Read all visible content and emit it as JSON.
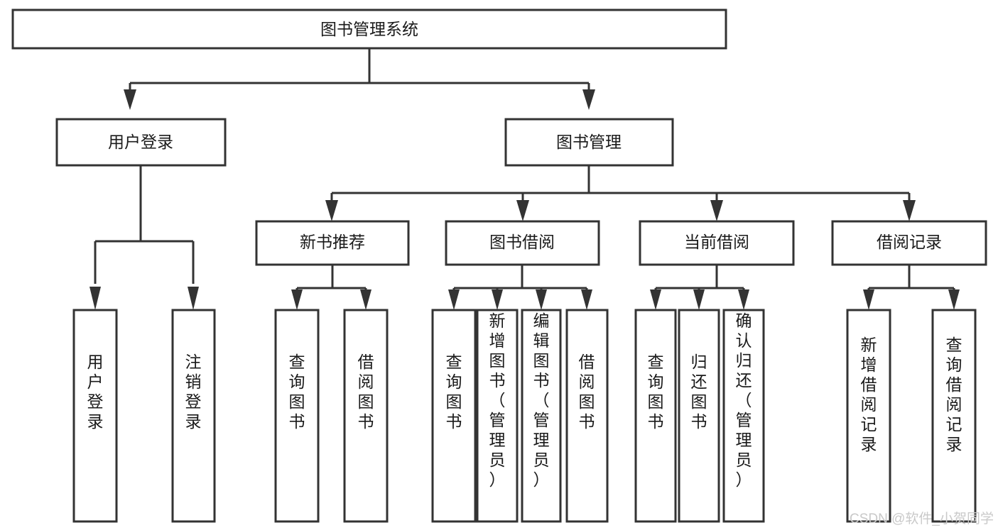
{
  "diagram": {
    "title": "图书管理系统",
    "type": "tree-hierarchy",
    "colors": {
      "stroke": "#333333",
      "fill": "#ffffff",
      "text": "#1a1a1a",
      "watermark": "#c9c9c9",
      "background": "#ffffff"
    },
    "root": {
      "label": "图书管理系统"
    },
    "level2": [
      {
        "label": "用户登录"
      },
      {
        "label": "图书管理"
      }
    ],
    "level3": [
      {
        "label": "新书推荐"
      },
      {
        "label": "图书借阅"
      },
      {
        "label": "当前借阅"
      },
      {
        "label": "借阅记录"
      }
    ],
    "leaves": {
      "user_login": [
        {
          "label": "用户登录"
        },
        {
          "label": "注销登录"
        }
      ],
      "new_book": [
        {
          "label": "查询图书"
        },
        {
          "label": "借阅图书"
        }
      ],
      "book_borrow": [
        {
          "label": "查询图书"
        },
        {
          "label": "新增图书（管理员）"
        },
        {
          "label": "编辑图书（管理员）"
        },
        {
          "label": "借阅图书"
        }
      ],
      "current_borrow": [
        {
          "label": "查询图书"
        },
        {
          "label": "归还图书"
        },
        {
          "label": "确认归还（管理员）"
        }
      ],
      "borrow_record": [
        {
          "label": "新增借阅记录"
        },
        {
          "label": "查询借阅记录"
        }
      ]
    },
    "watermark": "CSDN @软件_小贺同学"
  }
}
